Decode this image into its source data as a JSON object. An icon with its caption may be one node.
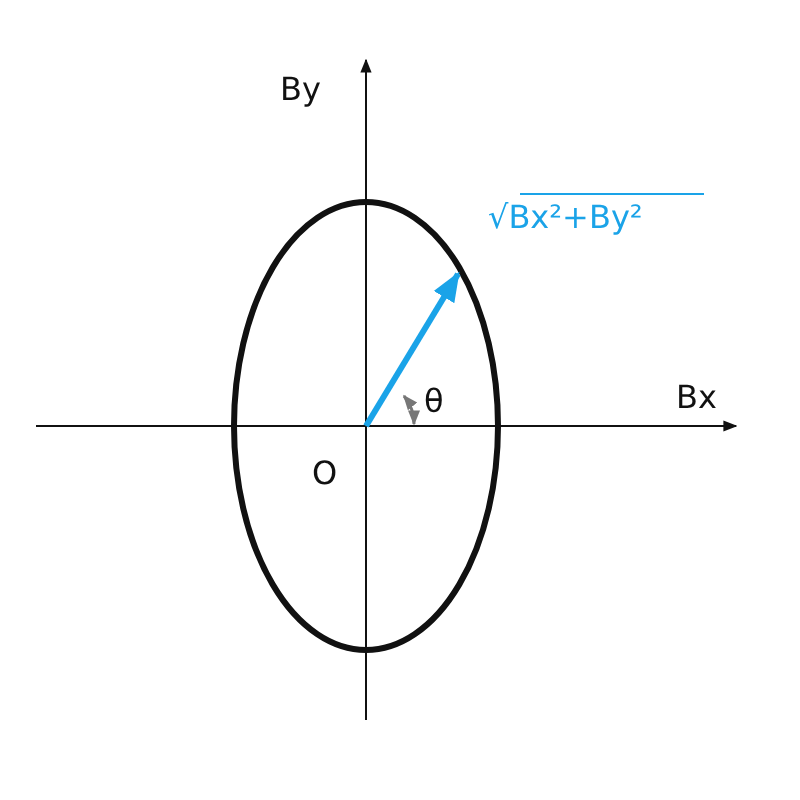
{
  "diagram": {
    "labels": [
      "By",
      "Bx",
      "O",
      "θ",
      "√Bx²+By²"
    ]
  }
}
